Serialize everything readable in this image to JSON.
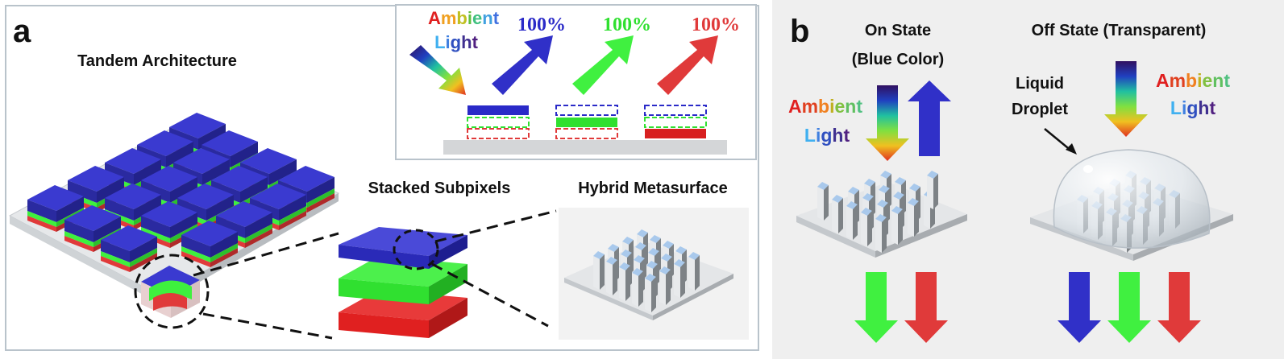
{
  "panel_a": {
    "letter": "a",
    "title": "Tandem Architecture",
    "stacked_label": "Stacked Subpixels",
    "hybrid_label": "Hybrid Metasurface",
    "ambient_word1": "Ambient",
    "ambient_word2": "Light",
    "pct_blue": "100%",
    "pct_green": "100%",
    "pct_red": "100%"
  },
  "panel_b": {
    "letter": "b",
    "on_title_line1": "On State",
    "on_title_line2": "(Blue Color)",
    "off_title": "Off State (Transparent)",
    "ambient_word1": "Ambient",
    "ambient_word2": "Light",
    "droplet_line1": "Liquid",
    "droplet_line2": "Droplet"
  },
  "colors": {
    "blue": "#3535c8",
    "green": "#3ef03e",
    "red": "#e03a3a",
    "panel_a_border": "#b9c3cb",
    "panel_b_bg": "#efefef",
    "pillar": "#a9c9ec"
  }
}
